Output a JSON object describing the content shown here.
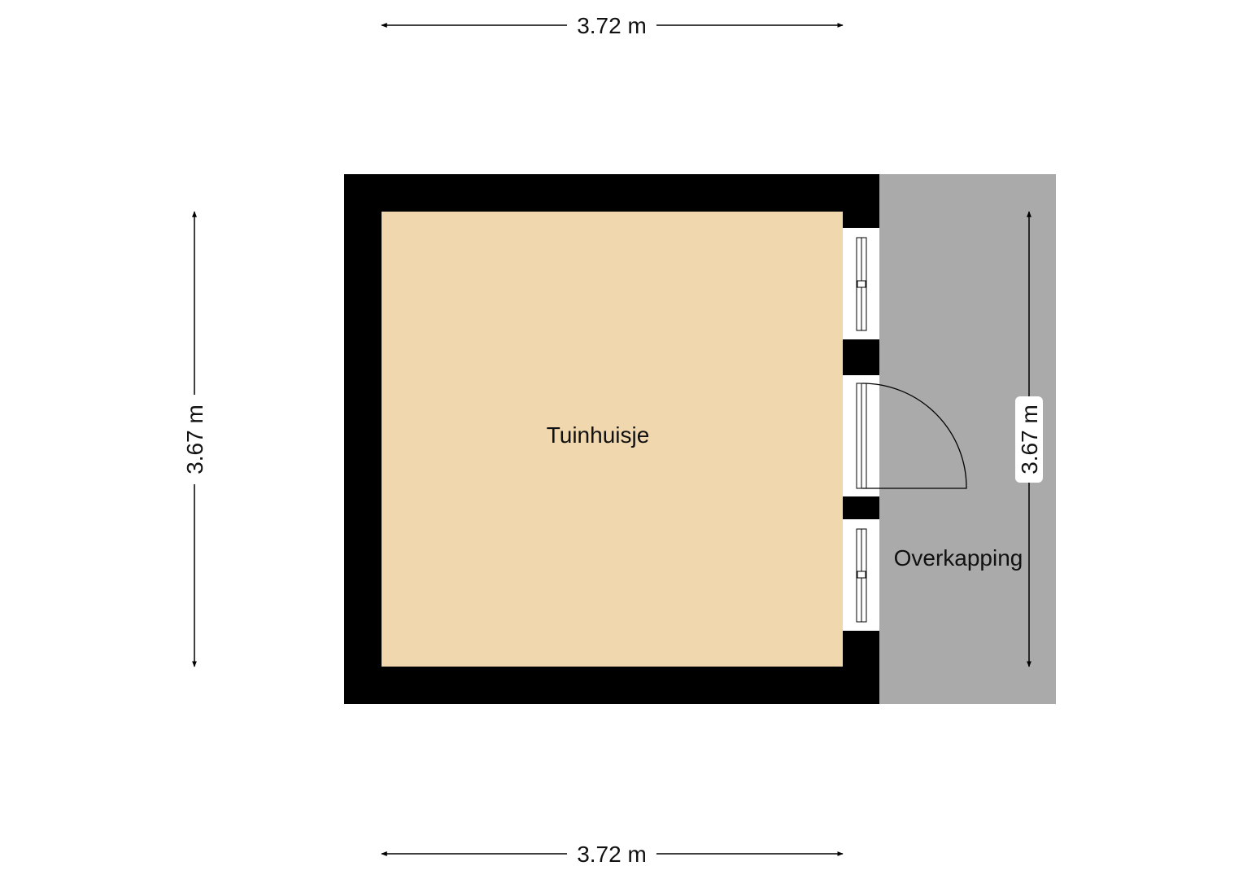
{
  "rooms": {
    "main": {
      "name": "Tuinhuisje"
    },
    "covered": {
      "name": "Overkapping"
    }
  },
  "dimensions": {
    "top": "3.72 m",
    "bottom": "3.72 m",
    "left": "3.67 m",
    "right": "3.67 m"
  },
  "colors": {
    "room_fill": "#f0d7ae",
    "wall": "#000000",
    "covered_fill": "#aaaaaa",
    "window": "#ffffff"
  }
}
